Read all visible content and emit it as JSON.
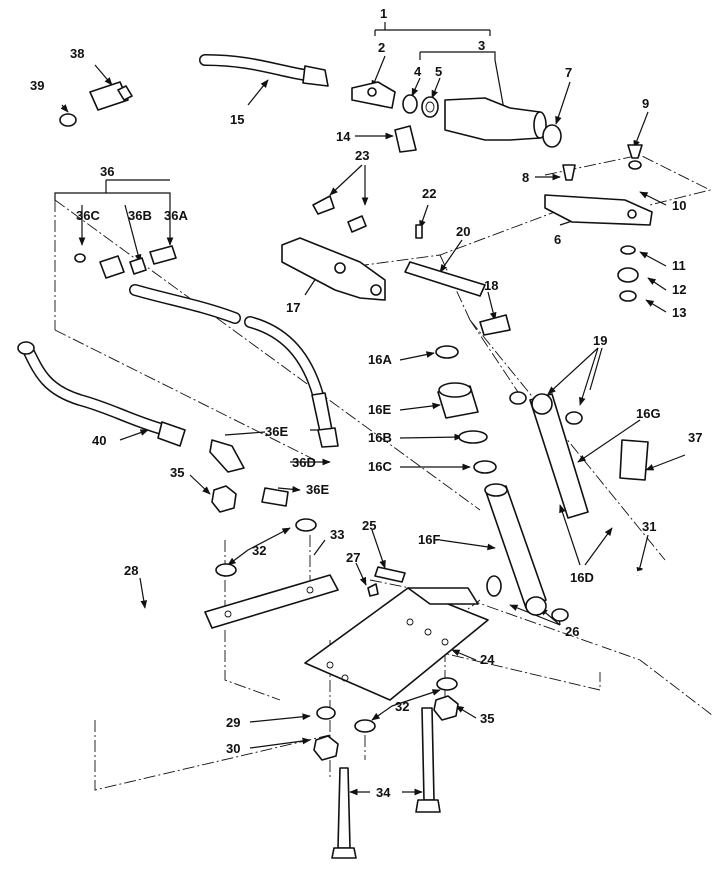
{
  "callouts": {
    "c1": "1",
    "c2": "2",
    "c3": "3",
    "c4": "4",
    "c5": "5",
    "c6": "6",
    "c7": "7",
    "c8": "8",
    "c9": "9",
    "c10": "10",
    "c11": "11",
    "c12": "12",
    "c13": "13",
    "c14": "14",
    "c15": "15",
    "c16a": "16A",
    "c16b": "16B",
    "c16c": "16C",
    "c16d": "16D",
    "c16e": "16E",
    "c16f": "16F",
    "c16g": "16G",
    "c17": "17",
    "c18": "18",
    "c19": "19",
    "c20": "20",
    "c22": "22",
    "c23": "23",
    "c24": "24",
    "c25": "25",
    "c26": "26",
    "c27": "27",
    "c28": "28",
    "c29": "29",
    "c30": "30",
    "c31": "31",
    "c32a": "32",
    "c32b": "32",
    "c33": "33",
    "c34": "34",
    "c35a": "35",
    "c35b": "35",
    "c36": "36",
    "c36a": "36A",
    "c36b": "36B",
    "c36c": "36C",
    "c36d": "36D",
    "c36e1": "36E",
    "c36e2": "36E",
    "c37": "37",
    "c38": "38",
    "c39": "39",
    "c40": "40"
  }
}
